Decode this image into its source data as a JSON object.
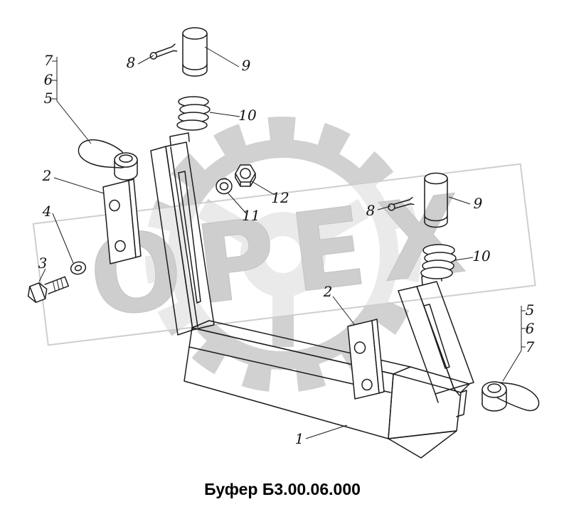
{
  "page": {
    "caption": "Буфер Б3.00.06.000",
    "watermark_text": "ОРЕХ",
    "background_color": "#ffffff",
    "line_color": "#1c1c1c",
    "watermark_color": "#c9c9c9"
  },
  "callouts": [
    {
      "label": "7"
    },
    {
      "label": "6"
    },
    {
      "label": "5"
    },
    {
      "label": "8"
    },
    {
      "label": "9"
    },
    {
      "label": "10"
    },
    {
      "label": "2"
    },
    {
      "label": "4"
    },
    {
      "label": "3"
    },
    {
      "label": "11"
    },
    {
      "label": "12"
    },
    {
      "label": "8"
    },
    {
      "label": "9"
    },
    {
      "label": "10"
    },
    {
      "label": "2"
    },
    {
      "label": "5"
    },
    {
      "label": "6"
    },
    {
      "label": "7"
    },
    {
      "label": "1"
    }
  ]
}
